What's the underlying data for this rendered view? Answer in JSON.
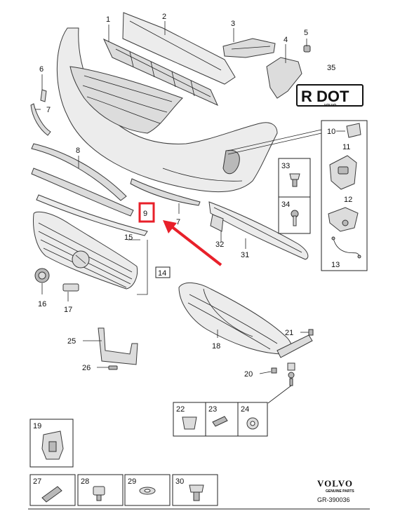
{
  "callouts": {
    "c1": "1",
    "c2": "2",
    "c3": "3",
    "c4": "4",
    "c5": "5",
    "c6": "6",
    "c7a": "7",
    "c7b": "7",
    "c8": "8",
    "c9": "9",
    "c10": "10",
    "c11": "11",
    "c12": "12",
    "c13": "13",
    "c14": "14",
    "c15": "15",
    "c16": "16",
    "c17": "17",
    "c18": "18",
    "c20": "20",
    "c21": "21",
    "c25": "25",
    "c26": "26",
    "c31": "31",
    "c32": "32",
    "c33": "33",
    "c34": "34",
    "c35": "35"
  },
  "parts_row": {
    "p19": "19",
    "p22": "22",
    "p23": "23",
    "p24": "24",
    "p27": "27",
    "p28": "28",
    "p29": "29",
    "p30": "30"
  },
  "label_35_text": "R DOT",
  "label_35_sub": "VOLVO",
  "brand": {
    "name": "VOLVO",
    "tagline": "GENUINE PARTS"
  },
  "diagram_id": "GR-390036",
  "colors": {
    "highlight": "#e8202a",
    "ink": "#222222"
  }
}
